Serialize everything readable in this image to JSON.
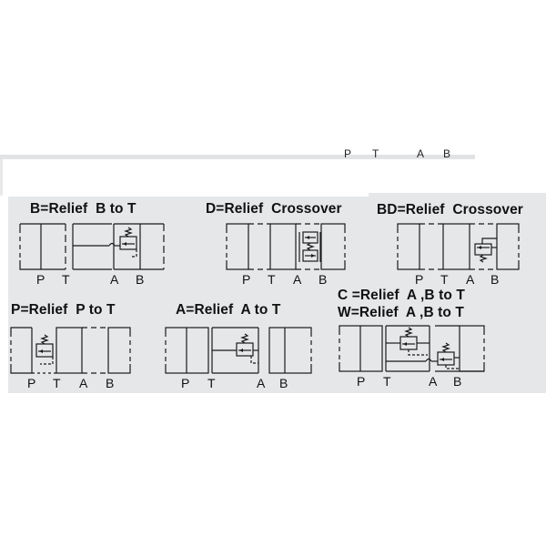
{
  "top_strip": {
    "ports": [
      "P",
      "T",
      "A",
      "B"
    ]
  },
  "diagrams": [
    {
      "id": "B",
      "title": "B=Relief  B to T",
      "ports": [
        "P",
        "T",
        "A",
        "B"
      ]
    },
    {
      "id": "D",
      "title": "D=Relief  Crossover",
      "ports": [
        "P",
        "T",
        "A",
        "B"
      ]
    },
    {
      "id": "BD",
      "title": "BD=Relief  Crossover",
      "ports": [
        "P",
        "T",
        "A",
        "B"
      ]
    },
    {
      "id": "P",
      "title": "P=Relief  P to T",
      "ports": [
        "P",
        "T",
        "A",
        "B"
      ]
    },
    {
      "id": "A",
      "title": "A=Relief  A to T",
      "ports": [
        "P",
        "T",
        "A",
        "B"
      ]
    },
    {
      "id": "CW",
      "title": "C =Relief  A ,B to T",
      "title2": "W=Relief  A ,B to T",
      "ports": [
        "P",
        "T",
        "A",
        "B"
      ]
    }
  ],
  "colors": {
    "panel_bg": "#e6e7e9",
    "line": "#1a1a1a",
    "page_bg": "#ffffff"
  }
}
